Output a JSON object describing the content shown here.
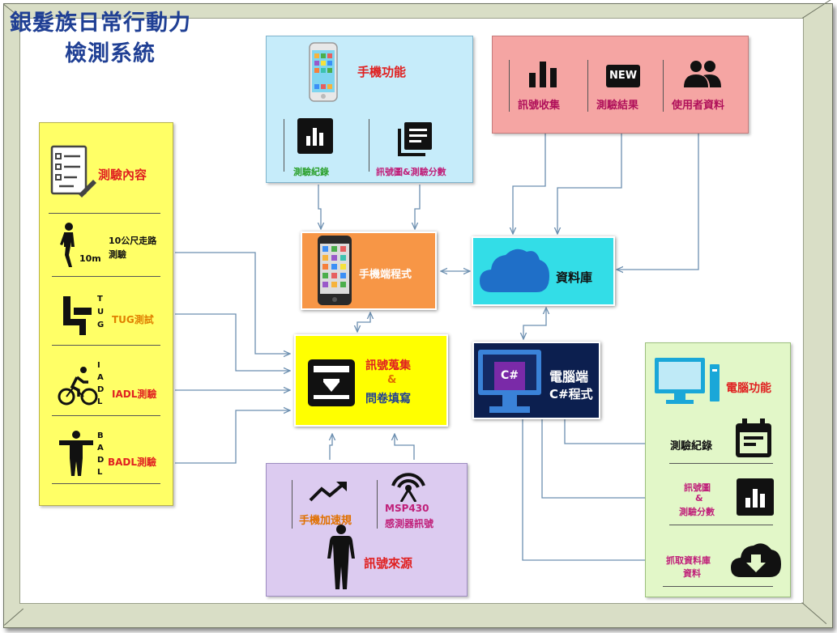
{
  "title": {
    "line1": "銀髮族日常行動力",
    "line2": "檢測系統"
  },
  "phone_features": {
    "title": "手機功能",
    "record": "測驗紀錄",
    "signal_score": "訊號圖&測驗分數"
  },
  "server_features": {
    "signal_collect": "訊號收集",
    "test_results": "測驗結果",
    "user_data": "使用者資料",
    "new_badge": "NEW"
  },
  "test_content": {
    "title": "測驗內容",
    "walk_label_1": "10公尺走路",
    "walk_label_2": "測驗",
    "walk_tag": "10m",
    "tug_letters": [
      "T",
      "U",
      "G"
    ],
    "tug_label": "TUG測試",
    "iadl_letters": [
      "I",
      "A",
      "D",
      "L"
    ],
    "iadl_label": "IADL測驗",
    "badl_letters": [
      "B",
      "A",
      "D",
      "L"
    ],
    "badl_label": "BADL測驗"
  },
  "phone_app": {
    "label": "手機端程式"
  },
  "database": {
    "label": "資料庫"
  },
  "collect": {
    "line1": "訊號蒐集",
    "amp": "&",
    "line2": "問卷填寫"
  },
  "pc_app": {
    "line1": "電腦端",
    "line2": "C#程式",
    "screen_text": "C#"
  },
  "signal_source": {
    "accel": "手機加速規",
    "msp_1": "MSP430",
    "msp_2": "感測器訊號",
    "title": "訊號來源"
  },
  "pc_features": {
    "title": "電腦功能",
    "record": "測驗紀錄",
    "signal_1": "訊號圖",
    "signal_amp": "&",
    "signal_2": "測驗分數",
    "fetch_1": "抓取資料庫",
    "fetch_2": "資料"
  },
  "colors": {
    "title_blue": "#1f3f94",
    "yellow_panel": "#ffff66",
    "phone_panel": "#c6ecfa",
    "server_panel": "#f5a5a3",
    "phone_app_box": "#f79646",
    "database_box": "#33dde7",
    "collect_box": "#ffff00",
    "pc_app_box": "#0c1f4f",
    "signal_panel": "#dccbf0",
    "pc_panel": "#e2f7c8",
    "connector": "#6c8fb0"
  },
  "icons": [
    "checklist-icon",
    "walking-person-icon",
    "chair-icon",
    "cyclist-icon",
    "standing-person-icon",
    "smartphone-icon",
    "bar-chart-icon",
    "document-stack-icon",
    "new-badge-icon",
    "users-icon",
    "cloud-icon",
    "archive-download-icon",
    "monitor-icon",
    "calendar-icon",
    "cloud-download-icon",
    "trend-up-icon",
    "wireless-signal-icon",
    "human-figure-icon"
  ]
}
